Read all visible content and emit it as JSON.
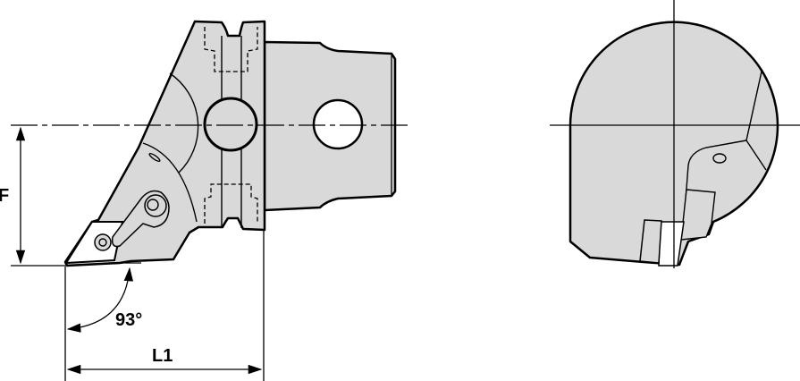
{
  "drawing": {
    "dimension_labels": {
      "offset": "F",
      "length": "L1",
      "lead_angle": "93°"
    },
    "colors": {
      "body": "#d9d9d9",
      "outline": "#000000",
      "background": "#ffffff"
    }
  }
}
